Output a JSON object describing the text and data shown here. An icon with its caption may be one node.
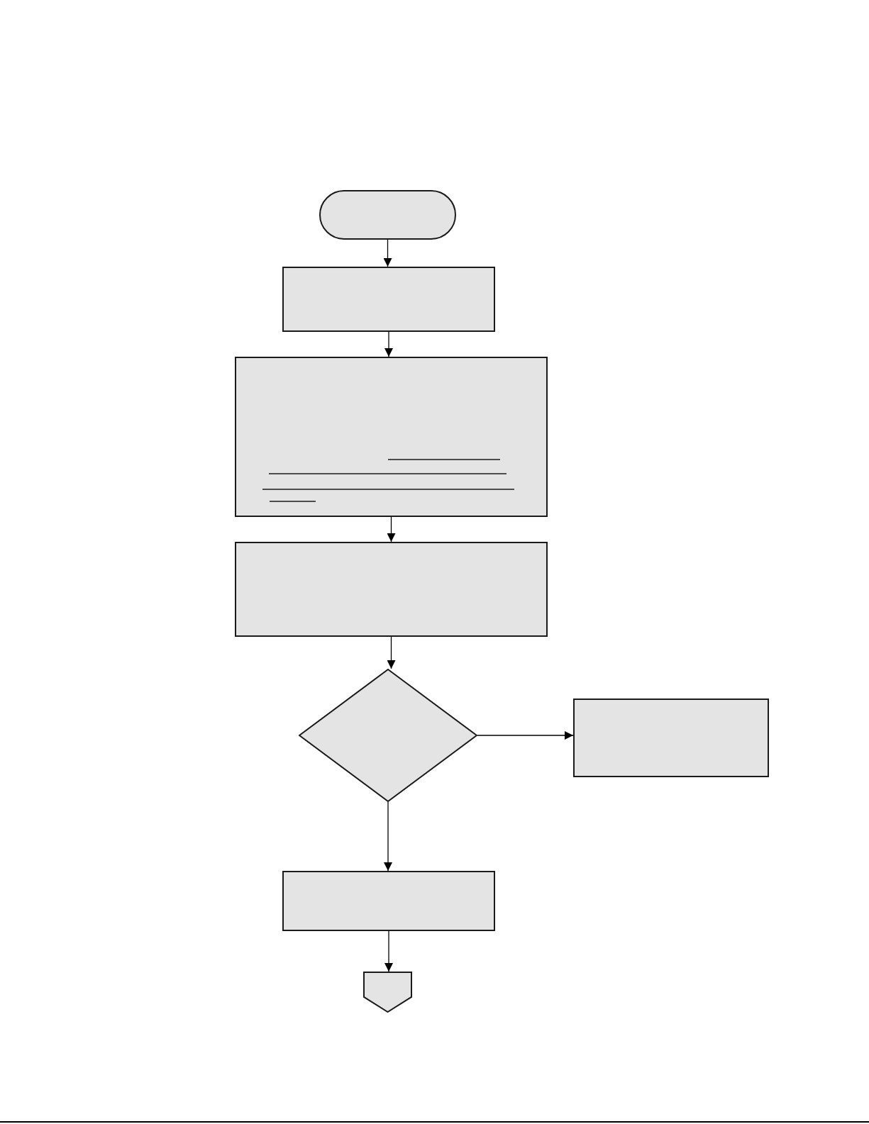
{
  "diagram": {
    "nodes": [
      {
        "text": [],
        "shape": "capsule"
      },
      {
        "text": [],
        "shape": "box"
      },
      {
        "text": [],
        "shape": "box"
      },
      {
        "text": [],
        "shape": "box"
      },
      {
        "text": [],
        "shape": "diamond"
      },
      {
        "text": [],
        "shape": "box"
      },
      {
        "text": [],
        "shape": "box"
      },
      {
        "text": [],
        "shape": "pentagon"
      }
    ],
    "edges": [
      {
        "from": 0,
        "to": 1,
        "arrow": "to"
      },
      {
        "from": 1,
        "to": 2,
        "arrow": "to"
      },
      {
        "from": 2,
        "to": 3,
        "arrow": "to"
      },
      {
        "from": 3,
        "to": 4,
        "arrow": "to"
      },
      {
        "from": 4,
        "to": 5,
        "arrow": "to"
      },
      {
        "from": 4,
        "to": 6,
        "arrow": "to"
      },
      {
        "from": 6,
        "to": 7,
        "arrow": "to"
      }
    ]
  }
}
